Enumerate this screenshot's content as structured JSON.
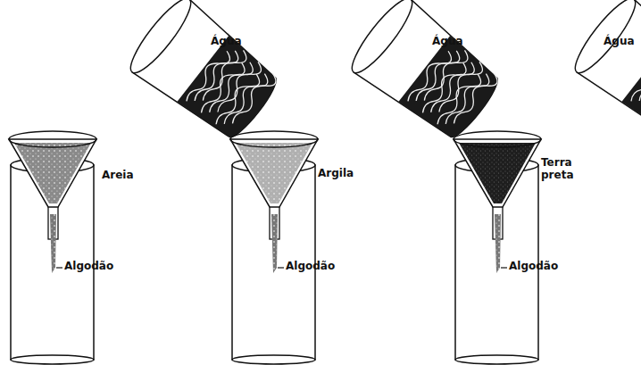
{
  "diagram": {
    "labels": [
      "Água",
      "Areia",
      "Algodão",
      "Água",
      "Argila",
      "Algodão",
      "Água",
      "Terra preta",
      "Algodão"
    ]
  }
}
